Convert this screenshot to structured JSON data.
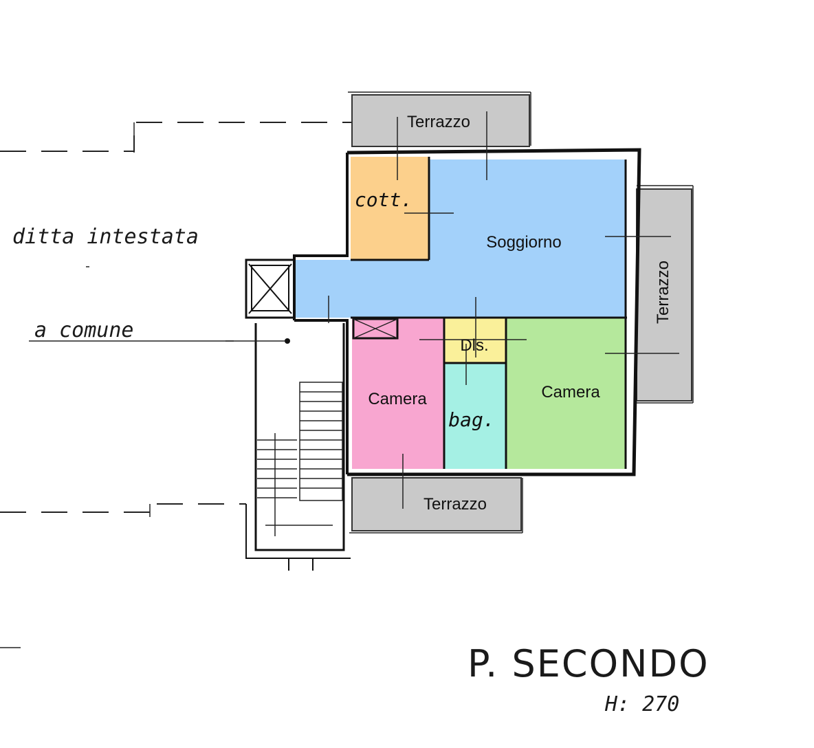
{
  "annotations": {
    "ditta": "ditta intestata",
    "comune": "a comune"
  },
  "rooms": {
    "terrazzo_top": "Terrazzo",
    "terrazzo_right": "Terrazzo",
    "terrazzo_bottom": "Terrazzo",
    "cottura": "cott.",
    "soggiorno": "Soggiorno",
    "disimpegno": "Dls.",
    "camera_left": "Camera",
    "camera_right": "Camera",
    "bagno": "bag."
  },
  "title": {
    "floor": "P. SECONDO",
    "height": "H: 270"
  },
  "colors": {
    "terrace": "#c9c9c9",
    "cottura": "#fcd08c",
    "soggiorno": "#a3d1fa",
    "disimpegno": "#faf09a",
    "camera_left": "#f8a6d0",
    "camera_right": "#b5e89c",
    "bagno": "#a5f0e4",
    "cottura_text": "#b07a1e",
    "bagno_text": "#2d8a80"
  }
}
